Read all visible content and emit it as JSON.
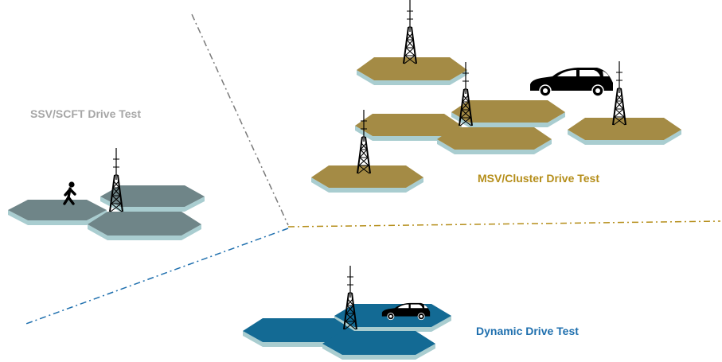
{
  "labels": {
    "ssv": "SSV/SCFT Drive Test",
    "msv": "MSV/Cluster Drive Test",
    "dynamic": "Dynamic Drive Test"
  },
  "colors": {
    "ssv": "#a6a6a6",
    "msv": "#b58e1a",
    "dynamic": "#1e6fae",
    "ssv_hex_top": "#6f8588",
    "msv_hex_top": "#a48b45",
    "dynamic_hex_top": "#136a94",
    "hex_side": "#a9cdd0",
    "divider_gray": "#7a7a7a",
    "divider_gold": "#b58e1a",
    "divider_blue": "#1e6fae"
  },
  "icons": [
    "cell-tower-icon",
    "car-icon",
    "pedestrian-icon"
  ]
}
